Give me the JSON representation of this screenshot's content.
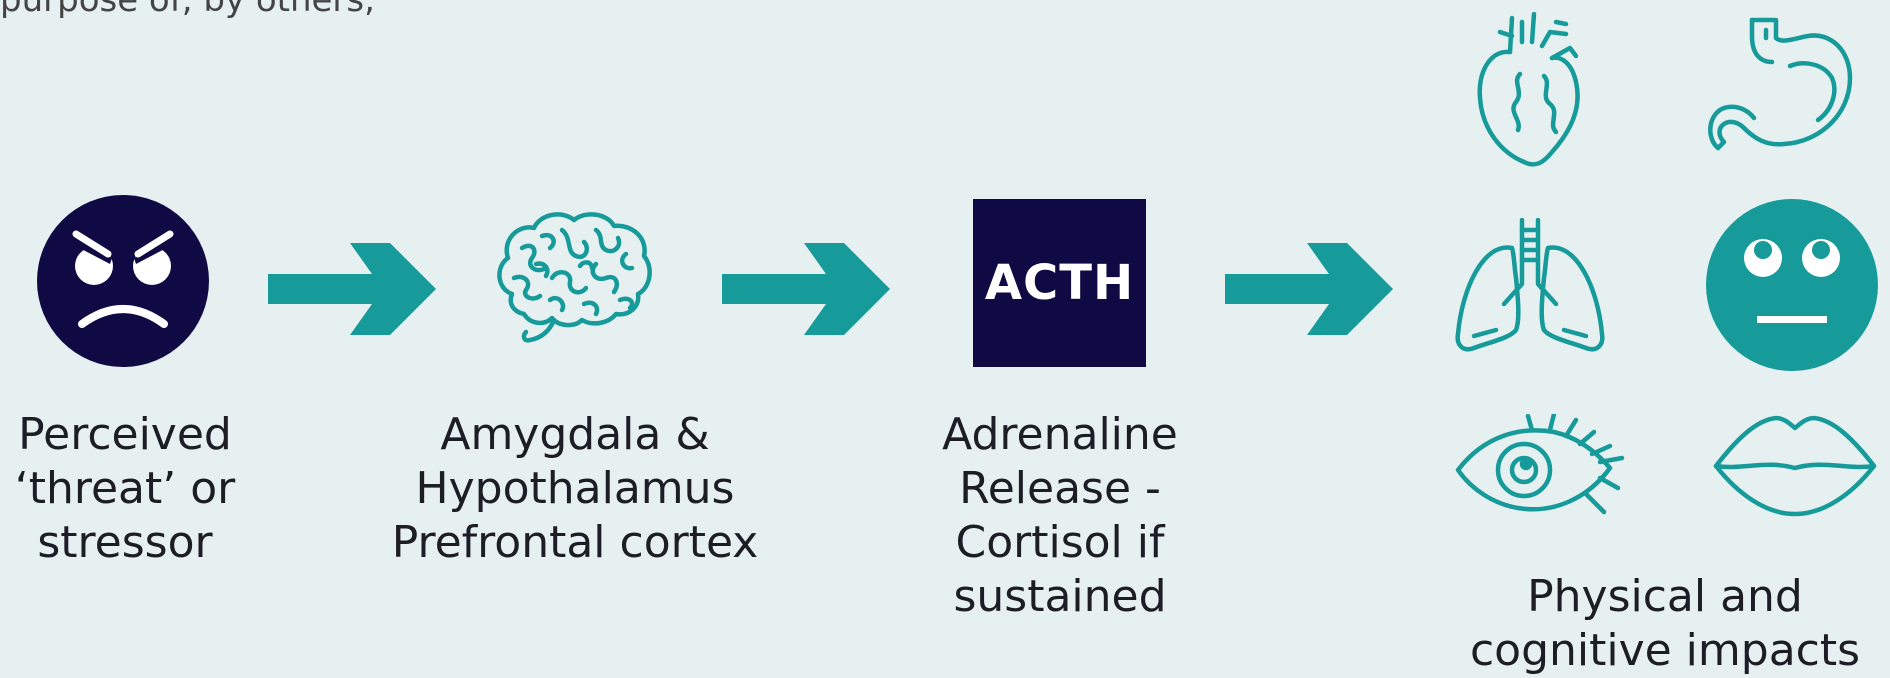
{
  "top_text": "purpose of, by others,",
  "steps": [
    {
      "label_lines": [
        "Perceived",
        "‘threat’ or",
        "stressor"
      ],
      "icon": "angry-face-icon"
    },
    {
      "label_lines": [
        "Amygdala &",
        "Hypothalamus",
        "Prefrontal cortex"
      ],
      "icon": "brain-icon"
    },
    {
      "label_lines": [
        "Adrenaline",
        "Release -",
        "Cortisol if",
        "sustained"
      ],
      "icon": "acth-box",
      "box_text": "ACTH"
    },
    {
      "label_lines": [
        "Physical and",
        "cognitive impacts"
      ],
      "icons": [
        "heart-icon",
        "stomach-icon",
        "lungs-icon",
        "neutral-face-icon",
        "eye-icon",
        "lips-icon"
      ]
    }
  ],
  "colors": {
    "teal": "#169a9a",
    "navy": "#0f0a44",
    "background": "#e6f0f1"
  }
}
